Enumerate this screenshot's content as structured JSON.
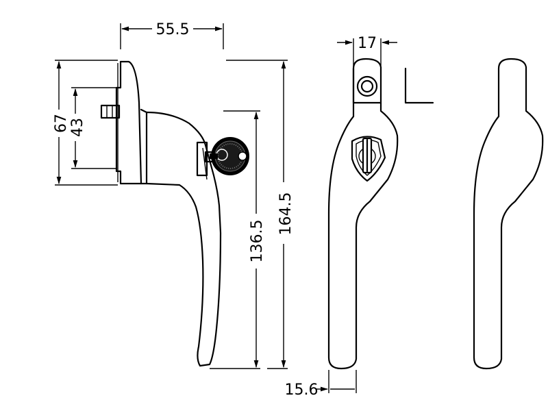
{
  "dimensions": {
    "width_top": "55.5",
    "height_base_outer": "67",
    "height_base_inner": "43",
    "height_key_to_tip": "136.5",
    "height_overall": "164.5",
    "width_front_top": "17",
    "width_front_bottom": "15.6"
  }
}
